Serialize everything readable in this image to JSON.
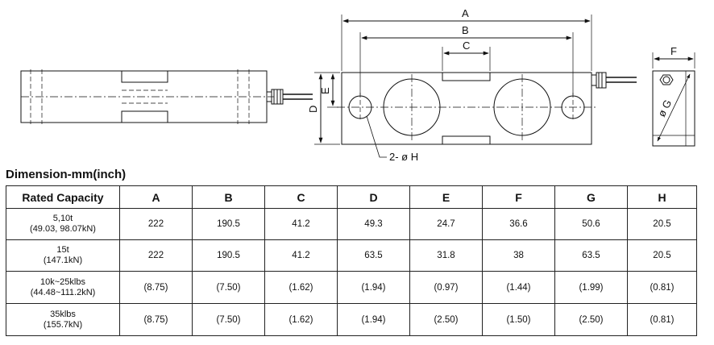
{
  "drawing": {
    "dimension_labels": {
      "A": "A",
      "B": "B",
      "C": "C",
      "D": "D",
      "E": "E",
      "F": "F",
      "G": "ø G",
      "H": "2- ø H"
    }
  },
  "section_title": "Dimension-mm(inch)",
  "table": {
    "headers": [
      "Rated Capacity",
      "A",
      "B",
      "C",
      "D",
      "E",
      "F",
      "G",
      "H"
    ],
    "rows": [
      {
        "capacity": [
          "5,10t",
          "(49.03, 98.07kN)"
        ],
        "values": [
          "222",
          "190.5",
          "41.2",
          "49.3",
          "24.7",
          "36.6",
          "50.6",
          "20.5"
        ]
      },
      {
        "capacity": [
          "15t",
          "(147.1kN)"
        ],
        "values": [
          "222",
          "190.5",
          "41.2",
          "63.5",
          "31.8",
          "38",
          "63.5",
          "20.5"
        ]
      },
      {
        "capacity": [
          "10k~25klbs",
          "(44.48~111.2kN)"
        ],
        "values": [
          "(8.75)",
          "(7.50)",
          "(1.62)",
          "(1.94)",
          "(0.97)",
          "(1.44)",
          "(1.99)",
          "(0.81)"
        ]
      },
      {
        "capacity": [
          "35klbs",
          "(155.7kN)"
        ],
        "values": [
          "(8.75)",
          "(7.50)",
          "(1.62)",
          "(1.94)",
          "(2.50)",
          "(1.50)",
          "(2.50)",
          "(0.81)"
        ]
      }
    ]
  }
}
